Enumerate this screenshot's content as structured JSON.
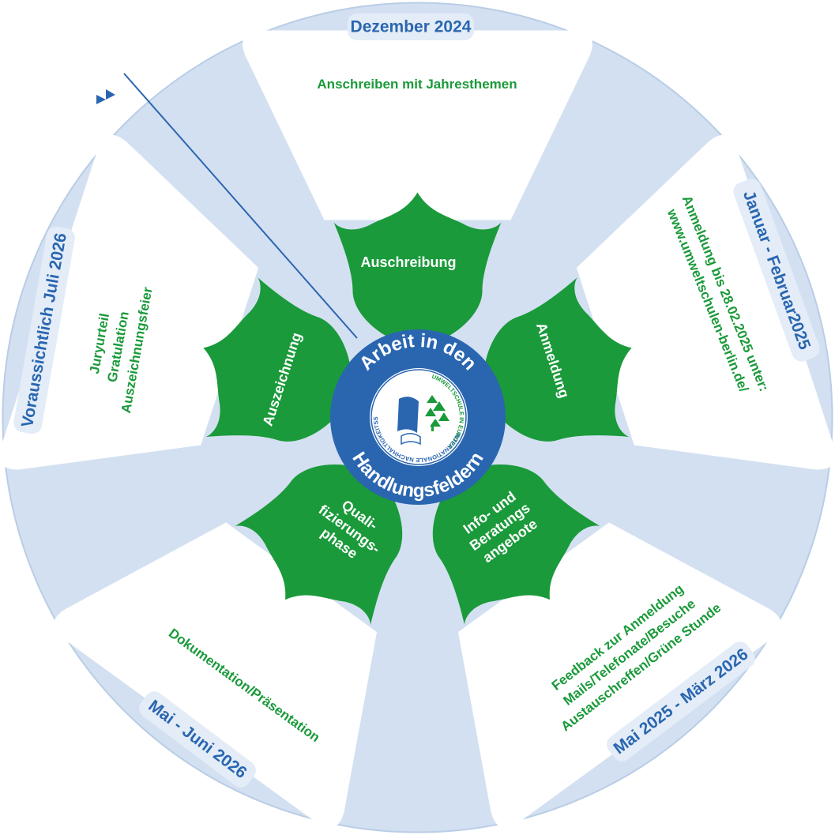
{
  "hub": {
    "title_line1": "Arbeit in den",
    "title_line2": "Handlungsfeldern",
    "logo_text_green": "UMWELTSCHULE IN EUROPA",
    "logo_text_blue": "INTERNATIONALE NACHHALTIGKEITSSCHULE"
  },
  "stages": [
    {
      "date": "Dezember 2024",
      "phase": [
        "Auschreibung"
      ],
      "description": [
        "Anschreiben mit Jahresthemen"
      ]
    },
    {
      "date": "Januar - Februar2025",
      "phase": [
        "Anmeldung"
      ],
      "description": [
        "Anmeldung bis 28.02.2025 unter:",
        "www.umweltschulen-berlin.de/"
      ]
    },
    {
      "date": "Mai 2025 - März 2026",
      "phase": [
        "Info- und",
        "Beratungs",
        "angebote"
      ],
      "description": [
        "Feedback zur Anmeldung",
        "Mails/Telefonate/Besuche",
        "Austauschreffen/Grüne Stunde"
      ]
    },
    {
      "date": "Mai - Juni 2026",
      "phase": [
        "Quali-",
        "fizierungs-",
        "phase"
      ],
      "description": [
        "Dokumentation/Präsentation"
      ]
    },
    {
      "date": "Voraussichtlich Juli 2026",
      "phase": [
        "Auszeichnung"
      ],
      "description": [
        "Juryurteil",
        "Gratulation",
        "Auszeichnungsfeier"
      ]
    }
  ],
  "icons": {
    "nav": "double-chevron-icon"
  },
  "colors": {
    "ring": "#d3e0f1",
    "leaf": "#1a9a3a",
    "hub": "#2a66b0",
    "text_blue": "#2a66b0",
    "text_green": "#1a9a3a",
    "panel": "#ffffff"
  }
}
